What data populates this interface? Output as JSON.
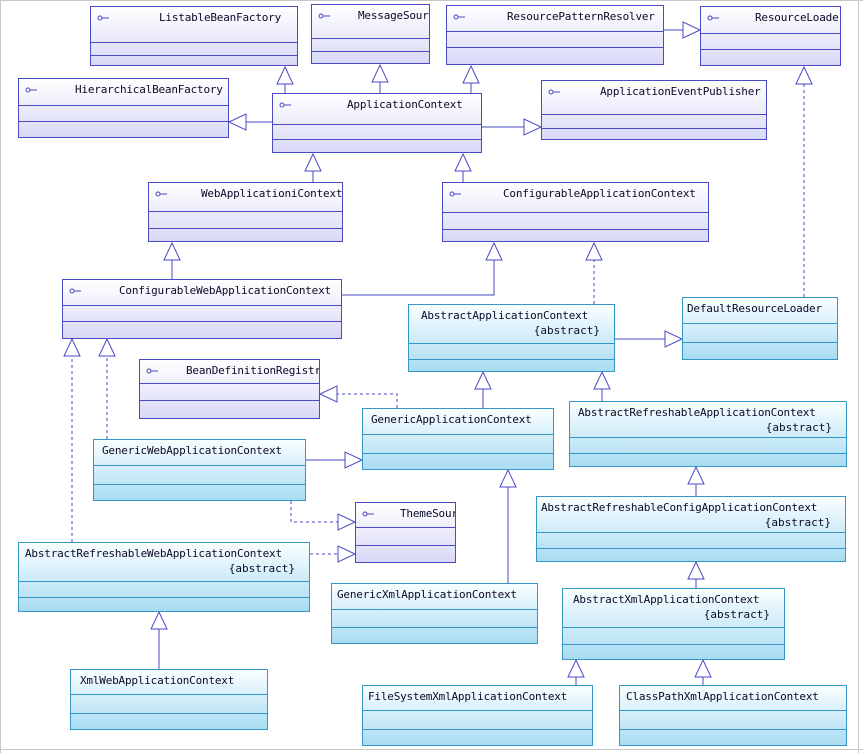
{
  "diagram": {
    "interfaces": [
      {
        "id": "listable",
        "name": "ListableBeanFactory"
      },
      {
        "id": "msgsrc",
        "name": "MessageSource"
      },
      {
        "id": "respat",
        "name": "ResourcePatternResolver"
      },
      {
        "id": "resloader",
        "name": "ResourceLoader"
      },
      {
        "id": "hier",
        "name": "HierarchicalBeanFactory"
      },
      {
        "id": "appctx",
        "name": "ApplicationContext"
      },
      {
        "id": "evtpub",
        "name": "ApplicationEventPublisher"
      },
      {
        "id": "webctx",
        "name": "WebApplicationiContext"
      },
      {
        "id": "confctx",
        "name": "ConfigurableApplicationContext"
      },
      {
        "id": "confweb",
        "name": "ConfigurableWebApplicationContext"
      },
      {
        "id": "bdreg",
        "name": "BeanDefinitionRegistry"
      },
      {
        "id": "theme",
        "name": "ThemeSource"
      }
    ],
    "classes": [
      {
        "id": "absctx",
        "name": "AbstractApplicationContext",
        "stereotype": "{abstract}"
      },
      {
        "id": "defrl",
        "name": "DefaultResourceLoader",
        "stereotype": ""
      },
      {
        "id": "genctx",
        "name": "GenericApplicationContext",
        "stereotype": ""
      },
      {
        "id": "genweb",
        "name": "GenericWebApplicationContext",
        "stereotype": ""
      },
      {
        "id": "absref",
        "name": "AbstractRefreshableApplicationContext",
        "stereotype": "{abstract}"
      },
      {
        "id": "absrefcfg",
        "name": "AbstractRefreshableConfigApplicationContext",
        "stereotype": "{abstract}"
      },
      {
        "id": "absrefweb",
        "name": "AbstractRefreshableWebApplicationContext",
        "stereotype": "{abstract}"
      },
      {
        "id": "genxml",
        "name": "GenericXmlApplicationContext",
        "stereotype": ""
      },
      {
        "id": "absxml",
        "name": "AbstractXmlApplicationContext",
        "stereotype": "{abstract}"
      },
      {
        "id": "xmlweb",
        "name": "XmlWebApplicationContext",
        "stereotype": ""
      },
      {
        "id": "fsxml",
        "name": "FileSystemXmlApplicationContext",
        "stereotype": ""
      },
      {
        "id": "cpxml",
        "name": "ClassPathXmlApplicationContext",
        "stereotype": ""
      }
    ],
    "relations": [
      {
        "from": "appctx",
        "to": "listable",
        "kind": "extends"
      },
      {
        "from": "appctx",
        "to": "msgsrc",
        "kind": "extends"
      },
      {
        "from": "appctx",
        "to": "respat",
        "kind": "extends"
      },
      {
        "from": "appctx",
        "to": "hier",
        "kind": "extends"
      },
      {
        "from": "appctx",
        "to": "evtpub",
        "kind": "extends"
      },
      {
        "from": "respat",
        "to": "resloader",
        "kind": "extends"
      },
      {
        "from": "webctx",
        "to": "appctx",
        "kind": "extends"
      },
      {
        "from": "confctx",
        "to": "appctx",
        "kind": "extends"
      },
      {
        "from": "confweb",
        "to": "webctx",
        "kind": "extends"
      },
      {
        "from": "confweb",
        "to": "confctx",
        "kind": "extends"
      },
      {
        "from": "absctx",
        "to": "confctx",
        "kind": "implements"
      },
      {
        "from": "absctx",
        "to": "defrl",
        "kind": "extends"
      },
      {
        "from": "defrl",
        "to": "resloader",
        "kind": "implements"
      },
      {
        "from": "genctx",
        "to": "absctx",
        "kind": "extends"
      },
      {
        "from": "genctx",
        "to": "bdreg",
        "kind": "implements"
      },
      {
        "from": "absref",
        "to": "absctx",
        "kind": "extends"
      },
      {
        "from": "genweb",
        "to": "genctx",
        "kind": "extends"
      },
      {
        "from": "genweb",
        "to": "theme",
        "kind": "implements"
      },
      {
        "from": "genweb",
        "to": "confweb",
        "kind": "implements"
      },
      {
        "from": "absrefcfg",
        "to": "absref",
        "kind": "extends"
      },
      {
        "from": "absrefweb",
        "to": "confweb",
        "kind": "implements"
      },
      {
        "from": "absrefweb",
        "to": "theme",
        "kind": "implements"
      },
      {
        "from": "genxml",
        "to": "genctx",
        "kind": "extends"
      },
      {
        "from": "absxml",
        "to": "absrefcfg",
        "kind": "extends"
      },
      {
        "from": "xmlweb",
        "to": "absrefweb",
        "kind": "extends"
      },
      {
        "from": "fsxml",
        "to": "absxml",
        "kind": "extends"
      },
      {
        "from": "cpxml",
        "to": "absxml",
        "kind": "extends"
      }
    ],
    "colors": {
      "interface_border": "#4a4ac4",
      "interface_fill": "#d9d9f7",
      "class_border": "#3597c8",
      "class_fill": "#a9dcf2",
      "edge": "#4a4ac4"
    }
  }
}
